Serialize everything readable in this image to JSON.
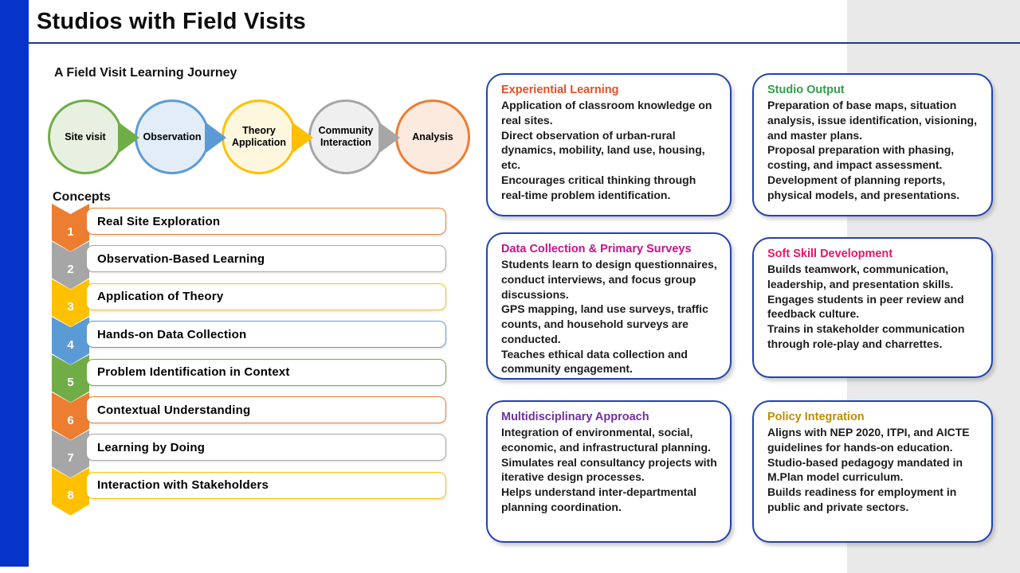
{
  "header": {
    "title": "Studios with Field Visits",
    "journey_heading": "A Field Visit Learning Journey",
    "concepts_heading": "Concepts"
  },
  "journey_steps": [
    {
      "label": "Site visit",
      "color": "#70AD47",
      "fill": "#E8F1E1"
    },
    {
      "label": "Observation",
      "color": "#5B9BD5",
      "fill": "#E3EDF8"
    },
    {
      "label": "Theory Application",
      "color": "#FFC000",
      "fill": "#FFF6DE"
    },
    {
      "label": "Community Interaction",
      "color": "#A6A6A6",
      "fill": "#EFEFEF"
    },
    {
      "label": "Analysis",
      "color": "#ED7D31",
      "fill": "#FCEADF"
    }
  ],
  "concepts": [
    {
      "number": "1",
      "label": "Real Site Exploration",
      "color": "#ED7D31"
    },
    {
      "number": "2",
      "label": "Observation-Based Learning",
      "color": "#A6A6A6"
    },
    {
      "number": "3",
      "label": "Application of Theory",
      "color": "#FFC000"
    },
    {
      "number": "4",
      "label": "Hands-on Data Collection",
      "color": "#5B9BD5"
    },
    {
      "number": "5",
      "label": "Problem Identification in Context",
      "color": "#70AD47"
    },
    {
      "number": "6",
      "label": "Contextual Understanding",
      "color": "#ED7D31"
    },
    {
      "number": "7",
      "label": "Learning by Doing",
      "color": "#A6A6A6"
    },
    {
      "number": "8",
      "label": "Interaction with Stakeholders",
      "color": "#FFC000"
    }
  ],
  "info_cards": {
    "left_column": [
      {
        "title": "Experiential Learning",
        "title_color": "#E84E25",
        "paragraphs": [
          "Application of classroom knowledge on real sites.",
          "Direct observation of urban-rural dynamics, mobility, land use, housing, etc.",
          "Encourages critical thinking through real-time problem identification."
        ]
      },
      {
        "title": "Data Collection & Primary Surveys",
        "title_color": "#C9118C",
        "paragraphs": [
          "Students learn to design questionnaires, conduct interviews, and focus group discussions.",
          "GPS mapping, land use surveys, traffic counts, and household surveys are conducted.",
          "Teaches ethical data collection and community engagement."
        ]
      },
      {
        "title": "Multidisciplinary Approach",
        "title_color": "#7030A0",
        "paragraphs": [
          "Integration of environmental, social, economic, and infrastructural planning.",
          "Simulates real consultancy projects with iterative design processes.",
          "Helps understand inter-departmental planning coordination."
        ]
      }
    ],
    "right_column": [
      {
        "title": "Studio Output",
        "title_color": "#2F9E4A",
        "paragraphs": [
          "Preparation of base maps, situation analysis, issue identification, visioning, and master plans.",
          "Proposal preparation with phasing, costing, and impact assessment.",
          "Development of planning reports, physical models, and presentations."
        ]
      },
      {
        "title": "Soft Skill Development",
        "title_color": "#EC1366",
        "paragraphs": [
          "Builds teamwork, communication, leadership, and presentation skills.",
          "Engages students in peer review and feedback culture.",
          "Trains in stakeholder communication through role-play and charrettes."
        ]
      },
      {
        "title": "Policy Integration",
        "title_color": "#BF8F00",
        "paragraphs": [
          "Aligns with NEP 2020, ITPI, and AICTE guidelines for hands-on education.",
          "Studio-based pedagogy mandated in M.Plan model curriculum.",
          "Builds readiness for employment in public and private sectors."
        ]
      }
    ]
  },
  "theme": {
    "accent_bar": "#0633C8",
    "card_border": "#2143AE",
    "divider": "#203A85",
    "panel_background": "#E9E9E9"
  }
}
